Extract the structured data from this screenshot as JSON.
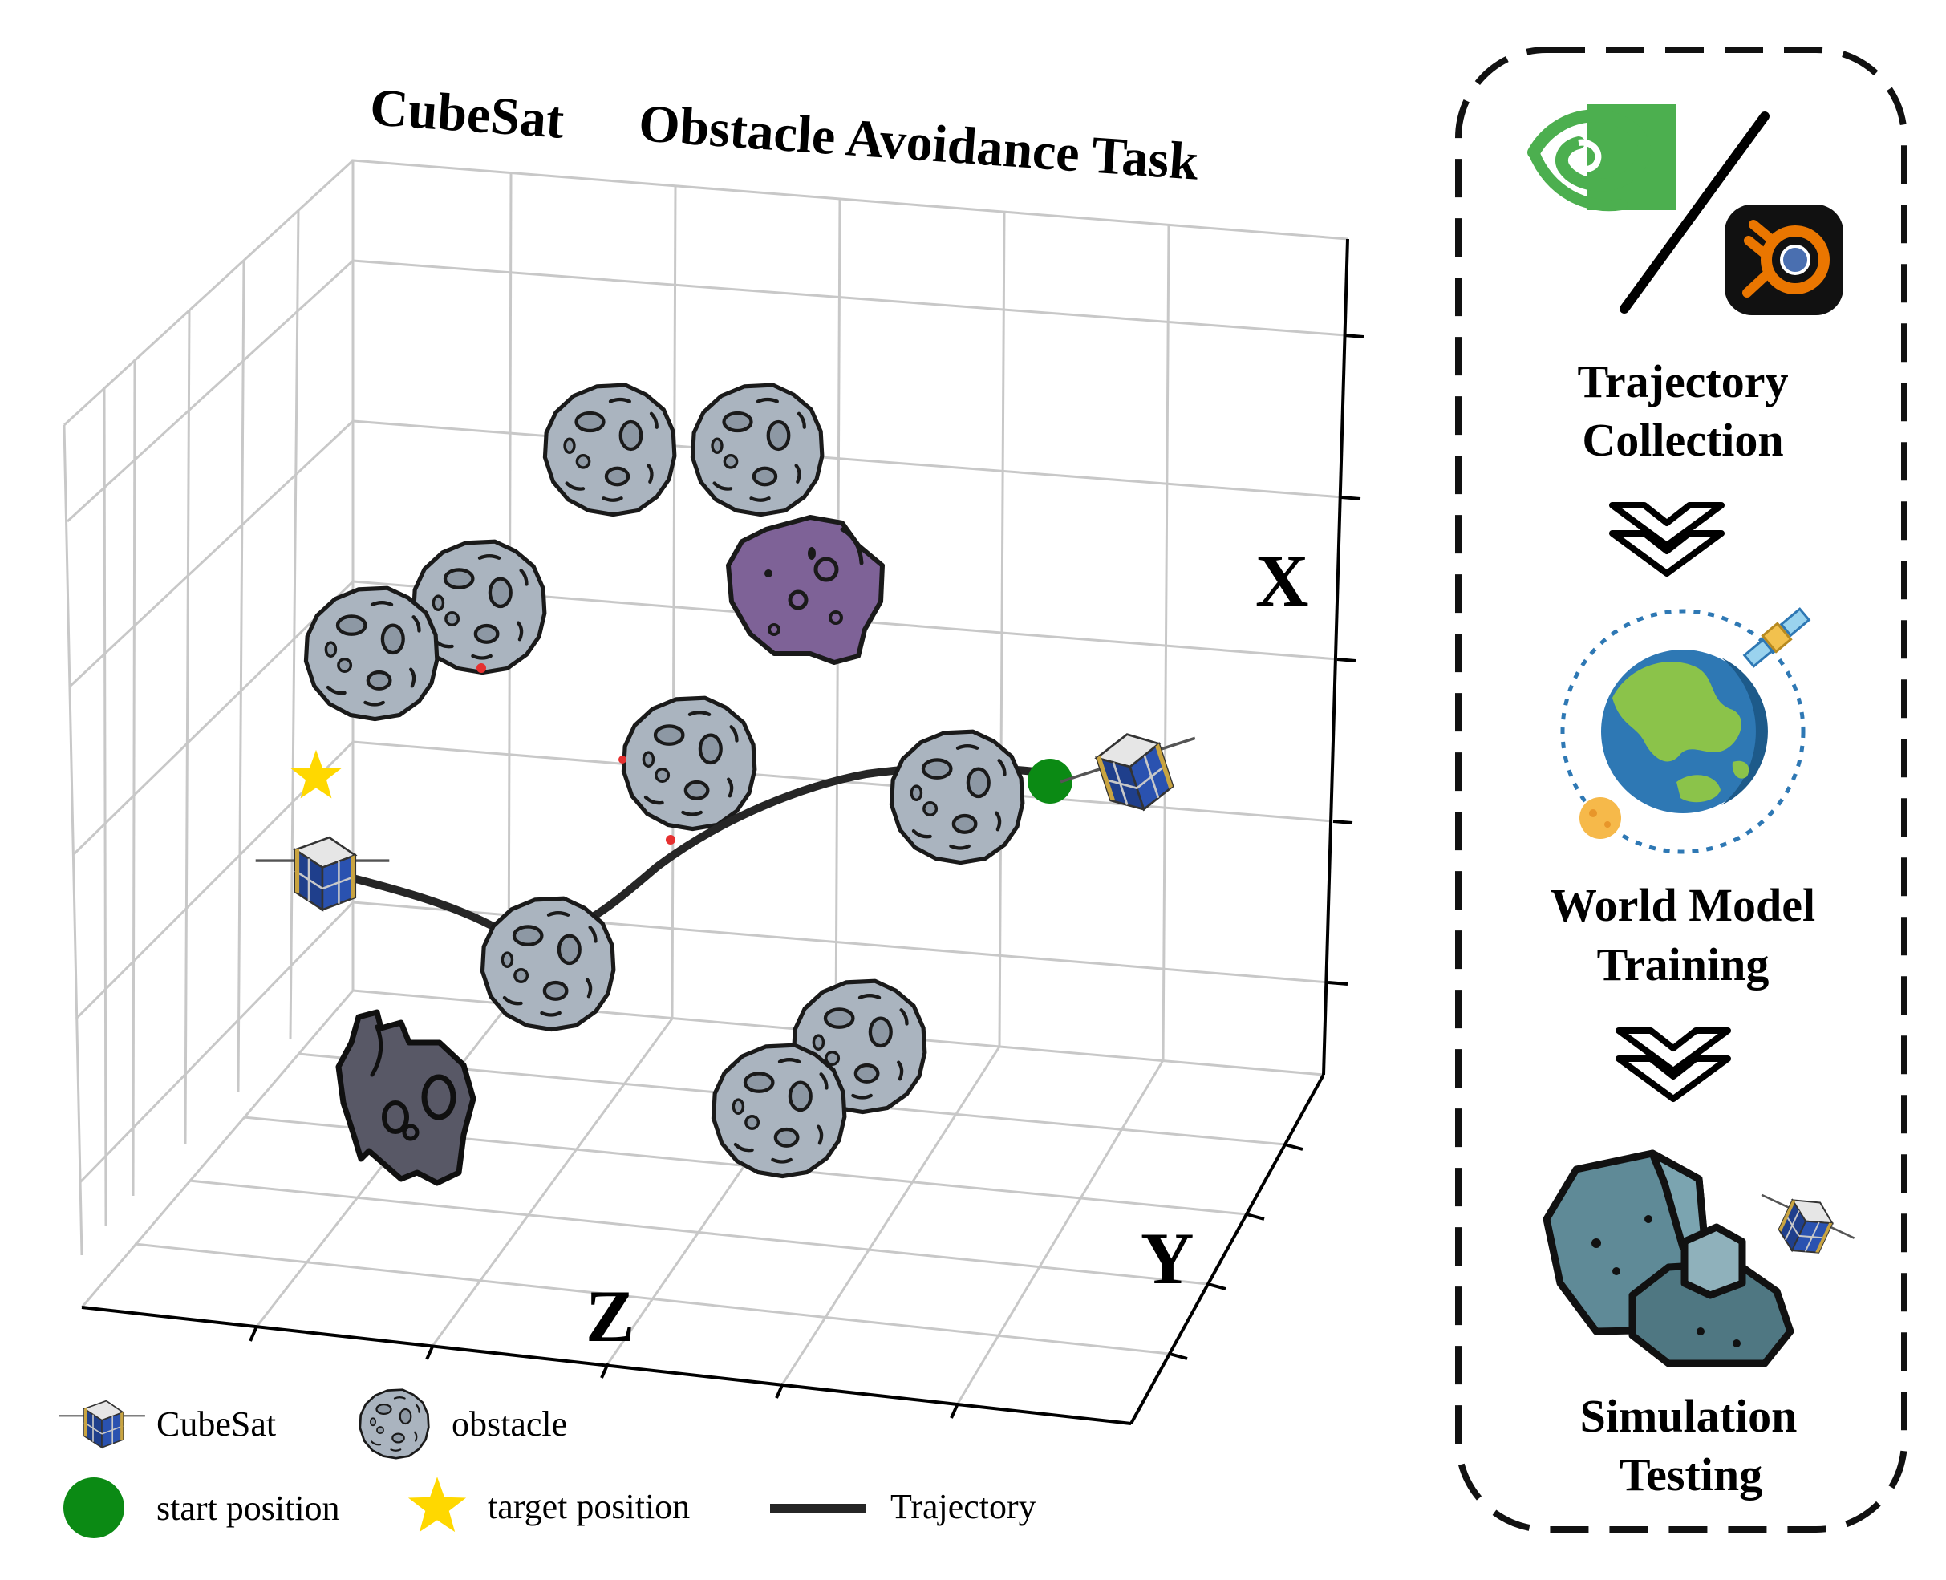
{
  "title": {
    "part1": "CubeSat",
    "part2": "Obstacle Avoidance Task"
  },
  "axes": {
    "x": "X",
    "y": "Y",
    "z": "Z"
  },
  "legend": {
    "cubesat": "CubeSat",
    "obstacle": "obstacle",
    "start": "start position",
    "target": "target position",
    "trajectory": "Trajectory"
  },
  "pipeline": {
    "steps": [
      {
        "line1": "Trajectory",
        "line2": "Collection",
        "icon": "nvidia-blender-icon"
      },
      {
        "line1": "World Model",
        "line2": "Training",
        "icon": "earth-orbit-icon"
      },
      {
        "line1": "Simulation",
        "line2": "Testing",
        "icon": "rocks-cubesat-icon"
      }
    ],
    "connector_icon": "double-chevron-down-icon"
  },
  "colors": {
    "asteroid_fill": "#aab4bf",
    "asteroid_stroke": "#1a1a1a",
    "purple_asteroid": "#7e6297",
    "dark_rock": "#585866",
    "start_marker": "#0b8a14",
    "target_marker": "#ffd800",
    "trajectory": "#262626",
    "grid": "#c8c8c8",
    "nvidia_green": "#4caf4f",
    "blender_orange": "#ea7600",
    "earth_ocean": "#2e78b4",
    "earth_land": "#8bc34a",
    "rock_teal": "#5f8a97"
  }
}
